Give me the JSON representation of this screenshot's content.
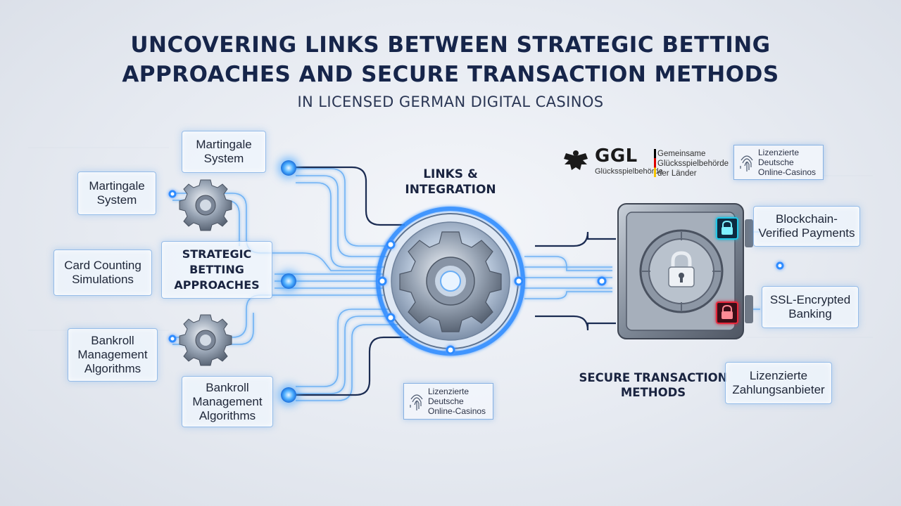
{
  "title": {
    "line1": "UNCOVERING LINKS BETWEEN STRATEGIC BETTING",
    "line2": "APPROACHES AND SECURE TRANSACTION METHODS",
    "subtitle": "IN LICENSED GERMAN DIGITAL CASINOS"
  },
  "left": {
    "martingale_top": "Martingale\nSystem",
    "martingale_left": "Martingale\nSystem",
    "card_counting": "Card Counting\nSimulations",
    "strategic": "STRATEGIC\nBETTING\nAPPROACHES",
    "bankroll_left": "Bankroll\nManagement\nAlgorithms",
    "bankroll_bottom": "Bankroll\nManagement\nAlgorithms"
  },
  "center": {
    "links_label": "LINKS &\nINTEGRATION",
    "badge_text": "Lizenzierte\nDeutsche\nOnline-Casinos"
  },
  "regulator": {
    "mark": "GGL",
    "short_name": "Glücksspielbehörde",
    "full_name": "Gemeinsame\nGlücksspielbehörde\nder Länder"
  },
  "right": {
    "license_badge": "Lizenzierte\nDeutsche\nOnline-Casinos",
    "blockchain": "Blockchain-\nVerified Payments",
    "ssl": "SSL-Encrypted\nBanking",
    "secure_methods": "SECURE TRANSACTION\nMETHODS",
    "providers": "Lizenzierte\nZahlungsanbieter"
  },
  "colors": {
    "accent": "#2f8cff",
    "title": "#16254a",
    "lock_cyan": "#20c8e8",
    "lock_red": "#e8283a"
  },
  "icons": [
    "gear-icon",
    "vault-icon",
    "padlock-icon",
    "fingerprint-icon",
    "eagle-icon"
  ]
}
